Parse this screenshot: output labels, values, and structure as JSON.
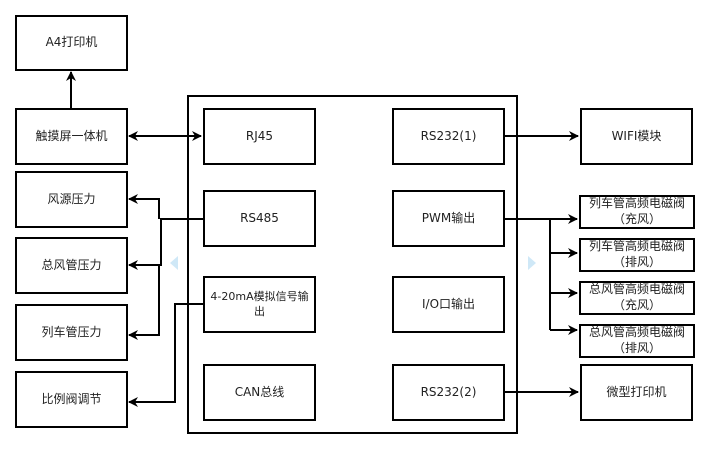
{
  "left_devices": {
    "printer_a4": "A4打印机",
    "touchscreen": "触摸屏一体机",
    "source_pressure": "风源压力",
    "main_pipe_pressure": "总风管压力",
    "train_pipe_pressure": "列车管压力",
    "proportional_valve": "比例阀调节"
  },
  "controller_ports": {
    "rj45": "RJ45",
    "rs485": "RS485",
    "analog_out": "4-20mA模拟信号输出",
    "can": "CAN总线",
    "rs232_1": "RS232(1)",
    "pwm": "PWM输出",
    "io": "I/O口输出",
    "rs232_2": "RS232(2)"
  },
  "right_devices": {
    "wifi": "WIFI模块",
    "valve1": {
      "name": "列车管高频电磁阀",
      "mode": "（充风）"
    },
    "valve2": {
      "name": "列车管高频电磁阀",
      "mode": "（排风）"
    },
    "valve3": {
      "name": "总风管高频电磁阀",
      "mode": "（充风）"
    },
    "valve4": {
      "name": "总风管高频电磁阀",
      "mode": "（排风）"
    },
    "micro_printer": "微型打印机"
  },
  "colors": {
    "line": "#000000",
    "nav_arrow": "#cfe8f7"
  }
}
